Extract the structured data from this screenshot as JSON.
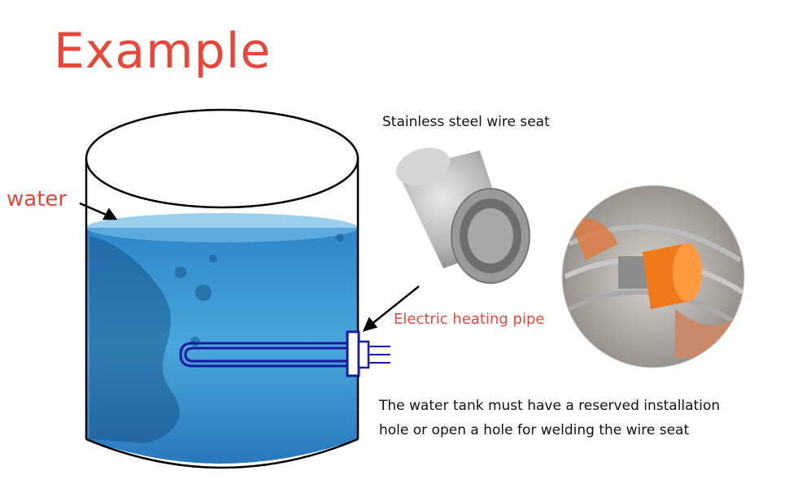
{
  "title": "Example",
  "labels": {
    "water": "water",
    "wire_seat": "Stainless steel wire seat",
    "heating_pipe": "Electric heating pipe",
    "note_line1": "The water tank must have a reserved installation",
    "note_line2": "hole or open a hole for welding the wire seat"
  },
  "colors": {
    "accent": "#e8463a",
    "water": "#3a8fd0",
    "pipe": "#1a1aa0",
    "orange_part": "#f07a1a"
  }
}
